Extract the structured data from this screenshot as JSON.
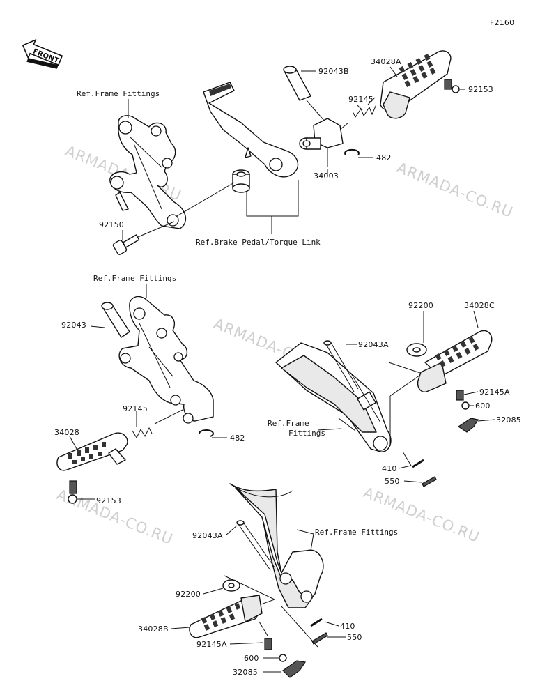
{
  "figure_code": "F2160",
  "front_badge": "FRONT",
  "watermark": "ARMADA-CO.RU",
  "refs": {
    "frame_fittings_1": "Ref.Frame Fittings",
    "frame_fittings_2": "Ref.Frame Fittings",
    "frame_fittings_3": "Ref.Frame Fittings",
    "frame_fittings_4_line1": "Ref.Frame",
    "frame_fittings_4_line2": "Fittings",
    "brake_pedal": "Ref.Brake Pedal/Torque Link"
  },
  "parts": {
    "p_92043B": "92043B",
    "p_34028A": "34028A",
    "p_92145_top": "92145",
    "p_92153_top": "92153",
    "p_482_top": "482",
    "p_34003": "34003",
    "p_92150": "92150",
    "p_92043": "92043",
    "p_92145_mid": "92145",
    "p_34028": "34028",
    "p_482_mid": "482",
    "p_92153_mid": "92153",
    "p_34028C": "34028C",
    "p_92200_r": "92200",
    "p_92043A_r": "92043A",
    "p_92145A_r": "92145A",
    "p_600_r": "600",
    "p_32085_r": "32085",
    "p_410_r": "410",
    "p_550_r": "550",
    "p_92043A_b": "92043A",
    "p_92200_b": "92200",
    "p_34028B": "34028B",
    "p_92145A_b": "92145A",
    "p_600_b": "600",
    "p_32085_b": "32085",
    "p_410_b": "410",
    "p_550_b": "550"
  }
}
